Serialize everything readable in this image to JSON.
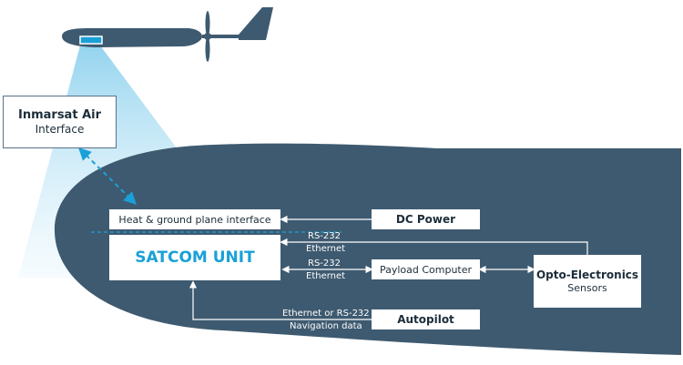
{
  "colors": {
    "hull": "#3e5a70",
    "aircraft": "#3e5a70",
    "beam": "#bfe4f4",
    "accent": "#1aa0d8",
    "text_dark": "#1c2e3a"
  },
  "nodes": {
    "inmarsat": {
      "line1": "Inmarsat Air",
      "line2": "Interface"
    },
    "satcom_top": "Heat & ground plane interface",
    "satcom_unit": "SATCOM UNIT",
    "dc_power": "DC Power",
    "payload": "Payload Computer",
    "opto": {
      "line1": "Opto-Electronics",
      "line2": "Sensors"
    },
    "autopilot": "Autopilot"
  },
  "links": {
    "opto_to_satcom": {
      "line1": "RS-232",
      "line2": "Ethernet"
    },
    "payload_to_satcom": {
      "line1": "RS-232",
      "line2": "Ethernet"
    },
    "autopilot_to_satcom": {
      "line1": "Ethernet or RS-232",
      "line2": "Navigation data"
    }
  }
}
